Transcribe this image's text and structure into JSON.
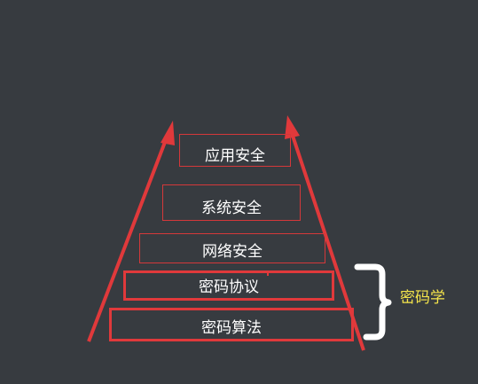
{
  "layers": [
    {
      "id": "layer-app",
      "label": "应用安全"
    },
    {
      "id": "layer-sys",
      "label": "系统安全"
    },
    {
      "id": "layer-net",
      "label": "网络安全"
    },
    {
      "id": "layer-proto",
      "label": "密码协议"
    },
    {
      "id": "layer-algo",
      "label": "密码算法"
    }
  ],
  "bracket": {
    "label": "密码学"
  },
  "colors": {
    "background": "#373b40",
    "arrow": "#e0393b",
    "bracket_text": "#f4e44b",
    "layer_text": "#ffffff"
  }
}
